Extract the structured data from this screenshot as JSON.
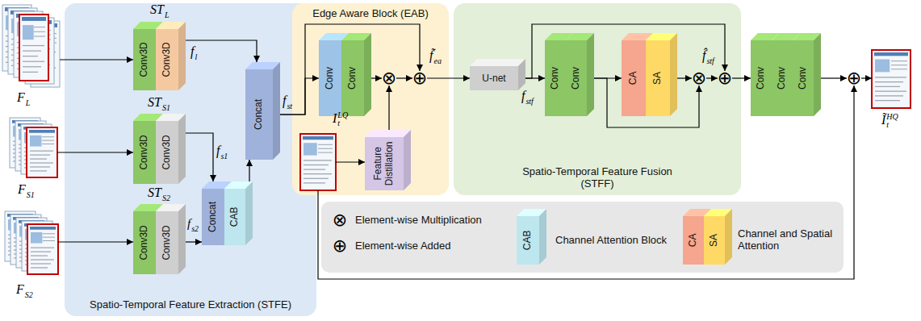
{
  "diagram": {
    "nodes": [
      {
        "text": [
          "F",
          "L"
        ]
      },
      {
        "text": [
          "F",
          "S1"
        ]
      },
      {
        "text": [
          "F",
          "S2"
        ]
      },
      {
        "text": [
          "Spatio-Temporal Feature Extraction (STFE)"
        ]
      },
      {
        "text": [
          "Conv3D"
        ],
        "in": 3
      },
      {
        "text": [
          "Conv3D"
        ],
        "in": 3
      },
      {
        "text": [
          "Concat"
        ],
        "in": 3
      },
      {
        "text": [
          "Conv3D"
        ],
        "in": 3
      },
      {
        "text": [
          "Conv3D"
        ],
        "in": 3
      },
      {
        "text": [
          "Concat"
        ],
        "in": 3
      },
      {
        "text": [
          "CAB"
        ],
        "in": 3
      },
      {
        "text": [
          "Conv3D"
        ],
        "in": 3
      },
      {
        "text": [
          "Conv3D"
        ],
        "in": 3
      },
      {
        "text": [
          "Edge Aware Block (EAB)"
        ]
      },
      {
        "text": [
          "Conv"
        ],
        "in": 13
      },
      {
        "text": [
          "Conv"
        ],
        "in": 13
      },
      {
        "text": [
          "⊗"
        ],
        "in": 13
      },
      {
        "text": [
          "⊕"
        ],
        "in": 13
      },
      {
        "text": [
          "I",
          "t",
          "LQ"
        ],
        "in": 13
      },
      {
        "text": [
          "Feature Distillation"
        ],
        "in": 13
      },
      {
        "text": [
          "Spatio-Temporal Feature Fusion (STFF)"
        ]
      },
      {
        "text": [
          "U-net"
        ],
        "in": 20
      },
      {
        "text": [
          "Conv"
        ],
        "in": 20
      },
      {
        "text": [
          "Conv"
        ],
        "in": 20
      },
      {
        "text": [
          "CA"
        ],
        "in": 20
      },
      {
        "text": [
          "SA"
        ],
        "in": 20
      },
      {
        "text": [
          "⊗"
        ],
        "in": 20
      },
      {
        "text": [
          "⊕"
        ],
        "in": 20
      },
      {
        "text": [
          "Conv"
        ]
      },
      {
        "text": [
          "Conv"
        ]
      },
      {
        "text": [
          "Conv"
        ]
      },
      {
        "text": [
          "⊕"
        ]
      },
      {
        "text": [
          "Ĩ",
          "t",
          "HQ"
        ]
      }
    ],
    "edges": [
      {
        "from": 0,
        "to": 4,
        "arrow": "to"
      },
      {
        "from": 1,
        "to": 7,
        "arrow": "to"
      },
      {
        "from": 2,
        "to": 11,
        "arrow": "to"
      },
      {
        "from": 5,
        "to": 6,
        "arrow": "to"
      },
      {
        "from": 8,
        "to": 9,
        "arrow": "to"
      },
      {
        "from": 12,
        "to": 9,
        "arrow": "to"
      },
      {
        "from": 10,
        "to": 6,
        "arrow": "to"
      },
      {
        "from": 6,
        "to": 14,
        "arrow": "to"
      },
      {
        "from": 6,
        "to": 17,
        "arrow": "to"
      },
      {
        "from": 15,
        "to": 16,
        "arrow": "to"
      },
      {
        "from": 18,
        "to": 19,
        "arrow": "to"
      },
      {
        "from": 19,
        "to": 16,
        "arrow": "to"
      },
      {
        "from": 16,
        "to": 17,
        "arrow": "to"
      },
      {
        "from": 17,
        "to": 21,
        "arrow": "to"
      },
      {
        "from": 21,
        "to": 22,
        "arrow": "to"
      },
      {
        "from": 21,
        "to": 27,
        "arrow": "to"
      },
      {
        "from": 23,
        "to": 24,
        "arrow": "to"
      },
      {
        "from": 23,
        "to": 26,
        "arrow": "to"
      },
      {
        "from": 25,
        "to": 26,
        "arrow": "to"
      },
      {
        "from": 26,
        "to": 27,
        "arrow": "to"
      },
      {
        "from": 27,
        "to": 28,
        "arrow": "to"
      },
      {
        "from": 30,
        "to": 31,
        "arrow": "to"
      },
      {
        "from": 18,
        "to": 31,
        "arrow": "to"
      },
      {
        "from": 31,
        "to": 32,
        "arrow": "to"
      }
    ],
    "labels": [
      "ST",
      "L",
      "f",
      "l",
      "ST",
      "S1",
      "f",
      "s1",
      "ST",
      "S2",
      "f",
      "s2",
      "f",
      "st",
      "f̃",
      "ea",
      "f",
      "stf",
      "f̂",
      "stf",
      "⊗",
      "⊕",
      "CAB",
      "CA",
      "SA"
    ],
    "legend": [
      {
        "text": "Element-wise Multiplication"
      },
      {
        "text": "Element-wise Added"
      },
      {
        "text": "Channel Attention Block",
        "color": "#bde6ee"
      },
      {
        "text": "Channel and Spatial Attention"
      }
    ]
  }
}
